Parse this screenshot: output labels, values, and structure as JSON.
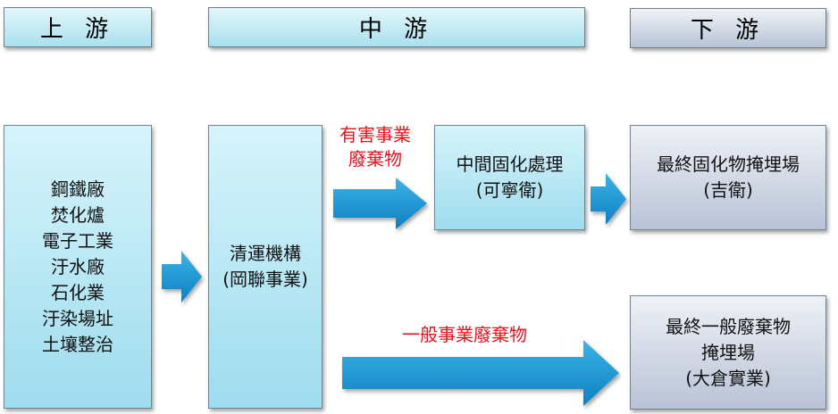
{
  "headers": {
    "upstream": "上 游",
    "midstream": "中 游",
    "downstream": "下 游"
  },
  "sources": [
    "鋼鐵廠",
    "焚化爐",
    "電子工業",
    "汙水廠",
    "石化業",
    "汙染場址",
    "土壤整治"
  ],
  "transport": {
    "line1": "清運機構",
    "line2": "(岡聯事業)"
  },
  "hazardous_label": {
    "line1": "有害事業",
    "line2": "廢棄物"
  },
  "solidification": {
    "line1": "中間固化處理",
    "line2": "(可寧衛)"
  },
  "final_solidified": {
    "line1": "最終固化物掩埋場",
    "line2": "(吉衛)"
  },
  "general_label": "一般事業廢棄物",
  "final_general": {
    "line1": "最終一般廢棄物",
    "line2": "掩埋場",
    "line3": "(大倉實業)"
  },
  "colors": {
    "arrow": "#1a9ad6",
    "label_red": "#e8101b"
  }
}
